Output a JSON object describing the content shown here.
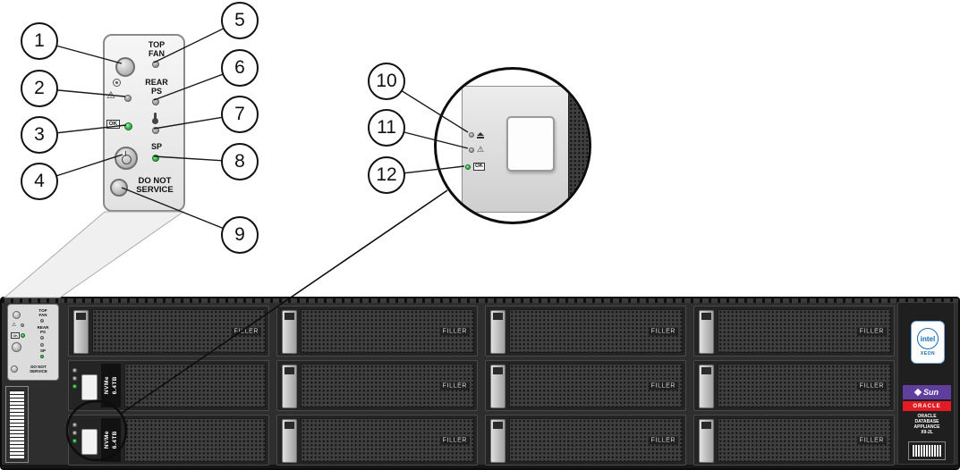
{
  "figure": {
    "callouts": [
      "1",
      "2",
      "3",
      "4",
      "5",
      "6",
      "7",
      "8",
      "9",
      "10",
      "11",
      "12"
    ]
  },
  "front_panel": {
    "top_fan_label": "TOP\nFAN",
    "rear_ps_label": "REAR\nPS",
    "sp_label": "SP",
    "ok_label": "OK",
    "do_not_service_label": "DO NOT\nSERVICE",
    "warn_icon": "⚠"
  },
  "drive_detail": {
    "ok_label": "OK",
    "warn_icon": "⚠"
  },
  "chassis": {
    "filler_label": "FILLER",
    "drive_type_label": "NVMe",
    "drive_capacity_label": "6.4TB",
    "right_labels": {
      "intel": "intel",
      "xeon": "XEON",
      "sun": "Sun",
      "oracle": "ORACLE",
      "product": "ORACLE\nDATABASE\nAPPLIANCE\nX9-2L"
    }
  },
  "colors": {
    "ok_green": "#1f9a38",
    "chassis_dark": "#2e2e2e",
    "oracle_red": "#e21b24",
    "sun_purple": "#5f3e9e",
    "intel_blue": "#0f6db3"
  }
}
